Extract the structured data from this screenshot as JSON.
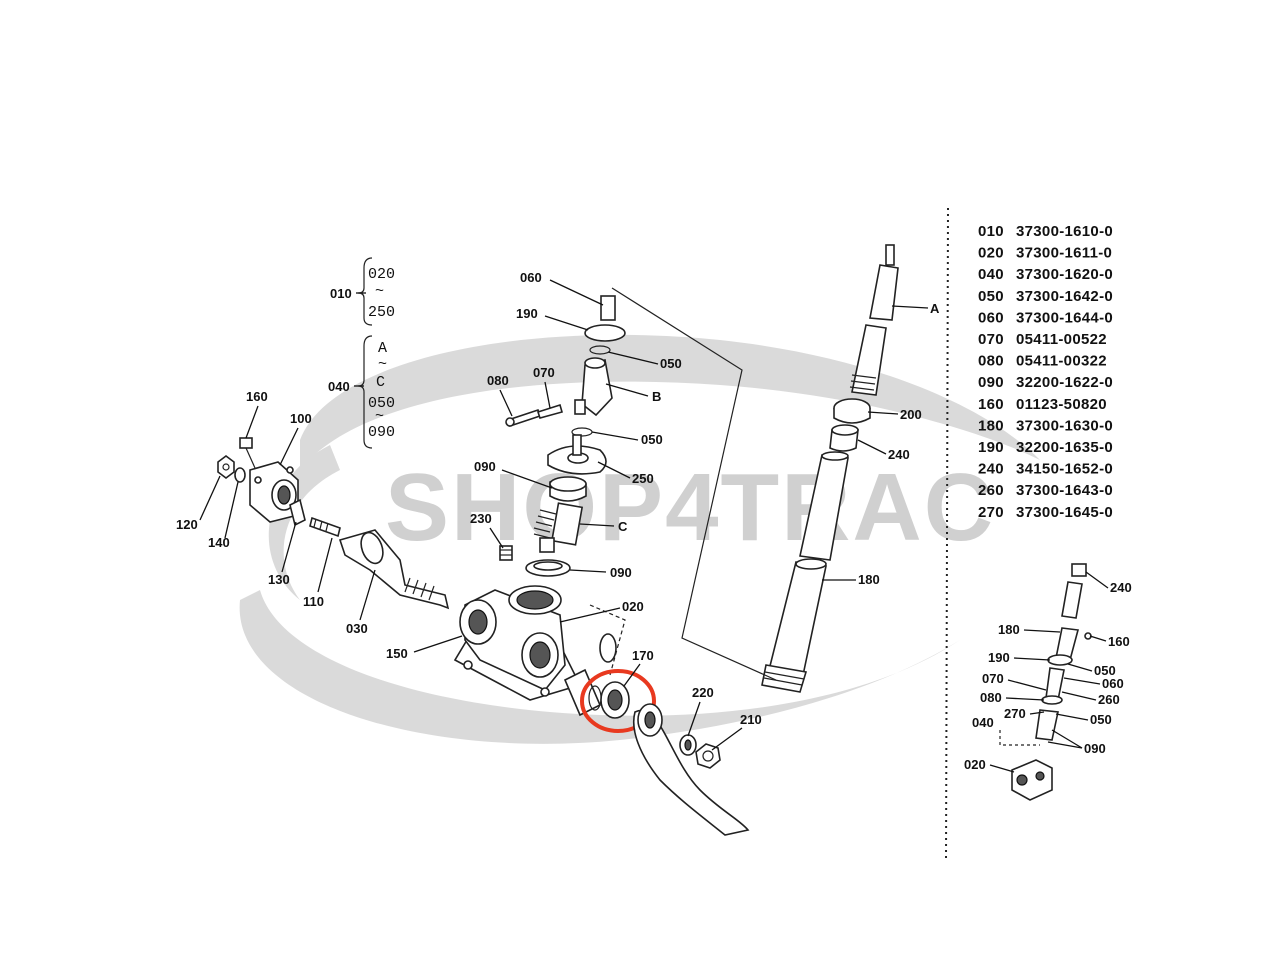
{
  "watermark": {
    "text": "SHOP4TRAC"
  },
  "callouts": {
    "c010": "010",
    "c020_brace": "020",
    "c250_brace": "250",
    "c040": "040",
    "cA_brace": "A",
    "cC_brace": "C",
    "c050_brace": "050",
    "c090_brace": "090",
    "c060": "060",
    "c190": "190",
    "c050a": "050",
    "c080": "080",
    "c070": "070",
    "cB": "B",
    "c050b": "050",
    "c090a": "090",
    "c250": "250",
    "c230": "230",
    "cC": "C",
    "c090b": "090",
    "c020": "020",
    "c160": "160",
    "c100": "100",
    "c120": "120",
    "c140": "140",
    "c130": "130",
    "c110": "110",
    "c030": "030",
    "c150": "150",
    "c170": "170",
    "c220": "220",
    "c210": "210",
    "c200": "200",
    "c240": "240",
    "c180": "180",
    "cA": "A"
  },
  "parts_table": [
    {
      "ref": "010",
      "part_no": "37300-1610-0"
    },
    {
      "ref": "020",
      "part_no": "37300-1611-0"
    },
    {
      "ref": "040",
      "part_no": "37300-1620-0"
    },
    {
      "ref": "050",
      "part_no": "37300-1642-0"
    },
    {
      "ref": "060",
      "part_no": "37300-1644-0"
    },
    {
      "ref": "070",
      "part_no": "05411-00522"
    },
    {
      "ref": "080",
      "part_no": "05411-00322"
    },
    {
      "ref": "090",
      "part_no": "32200-1622-0"
    },
    {
      "ref": "160",
      "part_no": "01123-50820"
    },
    {
      "ref": "180",
      "part_no": "37300-1630-0"
    },
    {
      "ref": "190",
      "part_no": "32200-1635-0"
    },
    {
      "ref": "240",
      "part_no": "34150-1652-0"
    },
    {
      "ref": "260",
      "part_no": "37300-1643-0"
    },
    {
      "ref": "270",
      "part_no": "37300-1645-0"
    }
  ],
  "inset_callouts": {
    "i240": "240",
    "i180": "180",
    "i160": "160",
    "i190": "190",
    "i050a": "050",
    "i060": "060",
    "i070": "070",
    "i080": "080",
    "i260": "260",
    "i270": "270",
    "i040": "040",
    "i050b": "050",
    "i090": "090",
    "i020": "020"
  },
  "highlight": {
    "part_ref": "170",
    "color": "#e8391f"
  }
}
